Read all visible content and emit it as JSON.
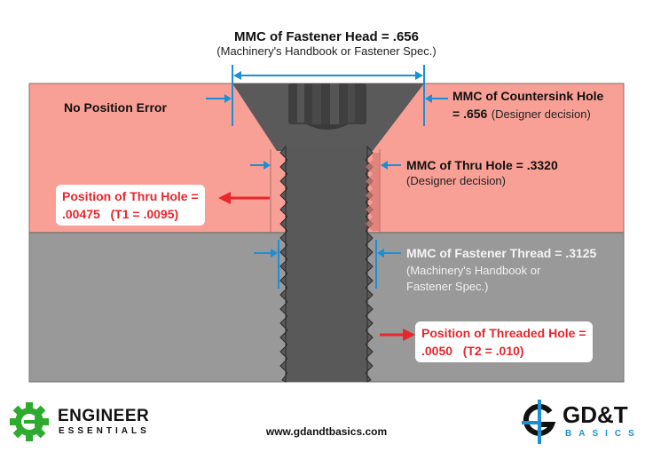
{
  "diagram": {
    "title": "MMC of Fastener Head = .656",
    "subtitle": "(Machinery's Handbook or Fastener Spec.)",
    "colors": {
      "upper_plate": "#f9a096",
      "lower_plate": "#999999",
      "fastener": "#5a5a5a",
      "dimension_lines": "#1a8fd6",
      "position_arrows": "#e8262b",
      "position_text": "#e8262b"
    },
    "labels": {
      "no_position_error": "No Position Error",
      "countersink_title": "MMC of Countersink Hole",
      "countersink_value": "= .656",
      "countersink_note": "(Designer decision)",
      "thru_hole_title": "MMC of Thru Hole = .3320",
      "thru_hole_note": "(Designer decision)",
      "thread_title": "MMC of Fastener Thread = .3125",
      "thread_note_line1": "(Machinery's Handbook or",
      "thread_note_line2": "Fastener Spec.)"
    },
    "callouts": {
      "thru_hole_position_line1": "Position of Thru Hole =",
      "thru_hole_position_line2": ".00475   (T1 = .0095)",
      "threaded_hole_position_line1": "Position of Threaded Hole =",
      "threaded_hole_position_line2": ".0050   (T2 = .010)"
    }
  },
  "footer": {
    "left_logo": {
      "line1": "ENGINEER",
      "line2": "ESSENTIALS",
      "color": "#2eaa2e"
    },
    "url": "www.gdandtbasics.com",
    "right_logo": {
      "line1": "GD&T",
      "line2": "BASICS",
      "accent": "#1a8fd6"
    }
  }
}
